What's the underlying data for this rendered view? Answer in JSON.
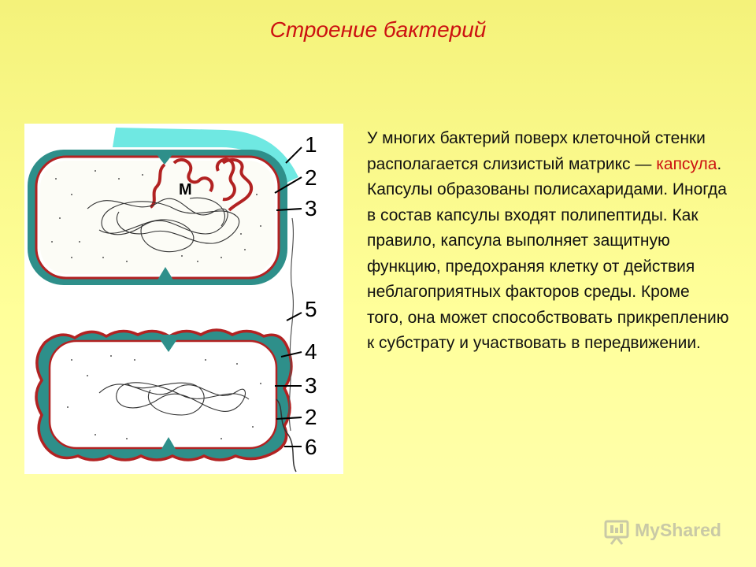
{
  "slide": {
    "title": "Строение бактерий",
    "accent_color": "#cc1111",
    "paragraph_part1": "У многих бактерий поверх клеточной стенки располагается слизистый матрикс — ",
    "paragraph_highlight": "капсула",
    "paragraph_part2": ". Капсулы образованы полисахаридами. Иногда в состав капсулы входят полипептиды. Как правило, капсула выполняет защитную функцию, предохраняя клетку от действия неблагоприятных факторов среды. Кроме того, она может способствовать прикреплению к субстрату и участвовать в передвижении."
  },
  "figure": {
    "label_m": "М",
    "top_labels": [
      "1",
      "2",
      "3"
    ],
    "side_label": "5",
    "bottom_labels": [
      "4",
      "3",
      "2",
      "6"
    ]
  },
  "watermark": {
    "text": "MyShared",
    "icon": "presentation-board-icon"
  }
}
